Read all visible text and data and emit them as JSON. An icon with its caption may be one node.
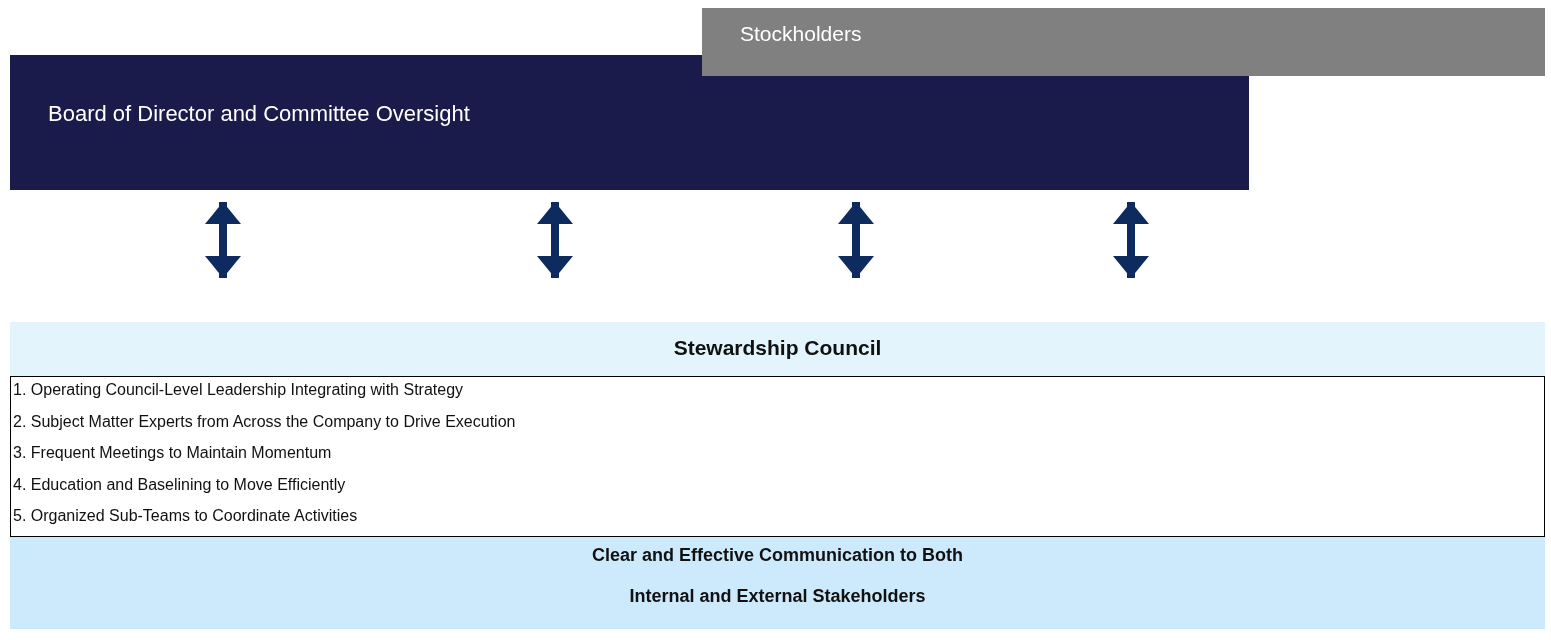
{
  "diagram": {
    "nodes": [
      {
        "text": [
          "Stockholders"
        ]
      },
      {
        "text": [
          "Board of Director and Committee Oversight"
        ]
      },
      {
        "text": [
          "Stewardship Council"
        ]
      },
      {
        "text": [
          "1. Operating Council-Level Leadership Integrating with Strategy",
          "2. Subject Matter Experts from Across the Company to Drive Execution",
          "3. Frequent Meetings to Maintain Momentum",
          "4. Education and Baselining to Move Efficiently",
          "5. Organized Sub-Teams to Coordinate Activities"
        ]
      },
      {
        "text": [
          "Clear and Effective Communication to Both",
          "Internal and External Stakeholders"
        ]
      }
    ],
    "edges": [
      {
        "from": 1,
        "to": 2,
        "arrow": "both"
      },
      {
        "from": 1,
        "to": 2,
        "arrow": "both"
      },
      {
        "from": 1,
        "to": 2,
        "arrow": "both"
      },
      {
        "from": 1,
        "to": 2,
        "arrow": "both"
      }
    ]
  }
}
